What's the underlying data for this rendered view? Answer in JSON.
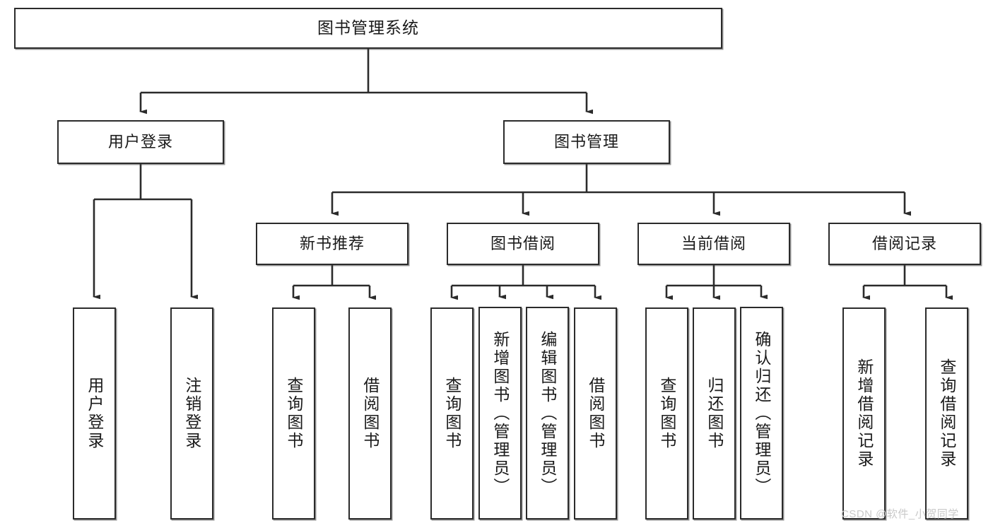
{
  "diagram": {
    "title": "图书管理系统",
    "type": "hierarchy-tree",
    "watermark": "CSDN @软件_小贺同学",
    "colors": {
      "box_border": "#2b2b2b",
      "box_fill": "#ffffff",
      "connector": "#2b2b2b",
      "watermark": "#c9c9c9"
    },
    "levels": {
      "level1": [
        "图书管理系统"
      ],
      "level2": [
        "用户登录",
        "图书管理"
      ],
      "level3": [
        "新书推荐",
        "图书借阅",
        "当前借阅",
        "借阅记录"
      ],
      "level4": [
        "用户登录",
        "注销登录",
        "查询图书",
        "借阅图书",
        "查询图书",
        "新增图书（管理员）",
        "编辑图书（管理员）",
        "借阅图书",
        "查询图书",
        "归还图书",
        "确认归还（管理员）",
        "新增借阅记录",
        "查询借阅记录"
      ]
    },
    "nodes": {
      "root": {
        "label": "图书管理系统"
      },
      "user_login": {
        "label": "用户登录"
      },
      "book_manage": {
        "label": "图书管理"
      },
      "new_book_rec": {
        "label": "新书推荐"
      },
      "book_borrow": {
        "label": "图书借阅"
      },
      "current_borrow": {
        "label": "当前借阅"
      },
      "borrow_record": {
        "label": "借阅记录"
      },
      "leaf_user_login": {
        "label": "用户登录"
      },
      "leaf_user_logout": {
        "label": "注销登录"
      },
      "leaf_rec_query": {
        "label": "查询图书"
      },
      "leaf_rec_borrow": {
        "label": "借阅图书"
      },
      "leaf_borrow_query": {
        "label": "查询图书"
      },
      "leaf_borrow_add": {
        "label": "新增图书（管理员）"
      },
      "leaf_borrow_edit": {
        "label": "编辑图书（管理员）"
      },
      "leaf_borrow_borrow": {
        "label": "借阅图书"
      },
      "leaf_cur_query": {
        "label": "查询图书"
      },
      "leaf_cur_return": {
        "label": "归还图书"
      },
      "leaf_cur_confirm": {
        "label": "确认归还（管理员）"
      },
      "leaf_rec_add": {
        "label": "新增借阅记录"
      },
      "leaf_rec_query_record": {
        "label": "查询借阅记录"
      }
    },
    "edges": [
      {
        "from": "图书管理系统",
        "to": "用户登录"
      },
      {
        "from": "图书管理系统",
        "to": "图书管理"
      },
      {
        "from": "用户登录",
        "to": "用户登录"
      },
      {
        "from": "用户登录",
        "to": "注销登录"
      },
      {
        "from": "图书管理",
        "to": "新书推荐"
      },
      {
        "from": "图书管理",
        "to": "图书借阅"
      },
      {
        "from": "图书管理",
        "to": "当前借阅"
      },
      {
        "from": "图书管理",
        "to": "借阅记录"
      },
      {
        "from": "新书推荐",
        "to": "查询图书"
      },
      {
        "from": "新书推荐",
        "to": "借阅图书"
      },
      {
        "from": "图书借阅",
        "to": "查询图书"
      },
      {
        "from": "图书借阅",
        "to": "新增图书（管理员）"
      },
      {
        "from": "图书借阅",
        "to": "编辑图书（管理员）"
      },
      {
        "from": "图书借阅",
        "to": "借阅图书"
      },
      {
        "from": "当前借阅",
        "to": "查询图书"
      },
      {
        "from": "当前借阅",
        "to": "归还图书"
      },
      {
        "from": "当前借阅",
        "to": "确认归还（管理员）"
      },
      {
        "from": "借阅记录",
        "to": "新增借阅记录"
      },
      {
        "from": "借阅记录",
        "to": "查询借阅记录"
      }
    ]
  }
}
